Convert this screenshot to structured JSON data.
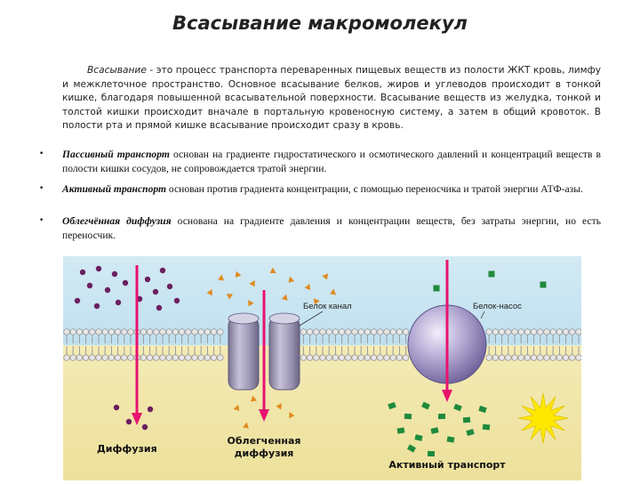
{
  "page": {
    "title": "Всасывание макромолекул"
  },
  "intro": {
    "term": "Всасывание",
    "text": " - это процесс транспорта переваренных пищевых веществ из полости ЖКТ кровь, лимфу и межклеточное пространство. Основное всасывание белков, жиров и углеводов происходит в тонкой кишке, благодаря повышенной всасывательной поверхности. Всасывание веществ из желудка, тонкой и толстой кишки происходит вначале в портальную кровеносную систему, а затем в общий кровоток. В полости рта и прямой кишке всасывание происходит сразу в кровь."
  },
  "bullets": [
    {
      "term": "Пассивный транспорт",
      "text": " основан на градиенте гидростатического и осмотического давлений и концентраций веществ в полости кишки сосудов, не сопровождается тратой энергии."
    },
    {
      "term": "Активный транспорт",
      "text": " основан против градиента концентрации, с помощью переносчика и тратой энергии АТФ-азы."
    },
    {
      "term": "Облегчённая диффузия",
      "text": " основана на градиенте давления и концентрации веществ, без затраты энергии, но есть переносчик."
    }
  ],
  "diagram": {
    "labels": {
      "channel": "Белок канал",
      "pump": "Белок-насос",
      "diffusion": "Диффузия",
      "facilitated_line1": "Облегченная",
      "facilitated_line2": "диффузия",
      "active": "Активный транспорт"
    },
    "colors": {
      "upper_bg": "#c9e5f1",
      "lower_bg": "#f1e6a8",
      "arrow": "#e8136f",
      "dots_diffusion": "#6b1f5f",
      "triangles": "#e08a1e",
      "squares": "#1f8a3c",
      "sun": "#ffe800"
    }
  }
}
